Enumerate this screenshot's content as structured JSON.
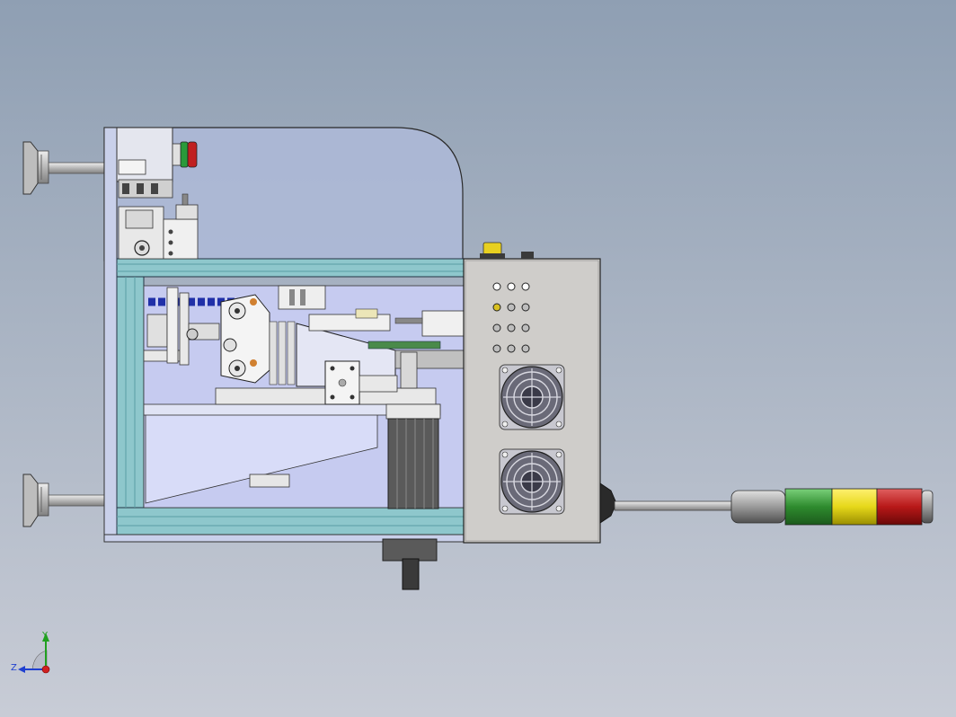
{
  "viewport": {
    "background_top": "#8f9fb3",
    "background_bottom": "#c8ccd6"
  },
  "colors": {
    "frame_teal": "#8ec7cc",
    "glass": "#b8c4e0",
    "cabinet": "#cfcdca",
    "beacon_green": "#2e8b2e",
    "beacon_yellow": "#e6d81a",
    "beacon_red": "#b81818",
    "coolant_blue": "#2030a8",
    "estop_red": "#c02020",
    "estop_green": "#2a9a3a",
    "top_button_yellow": "#e8d020"
  },
  "triad": {
    "x_label": "",
    "y_label": "Y",
    "z_label": "Z",
    "x_color": "#d02020",
    "y_color": "#20a020",
    "z_color": "#2040d0"
  },
  "model": {
    "leveling_feet_icon": "leveling-foot-icon",
    "cooling_fans_icon": "fan-icon",
    "signal_tower_icon": "signal-tower-icon",
    "cabinet_indicator_grid": [
      [
        "white",
        "white",
        "white"
      ],
      [
        "yellow",
        "grey",
        "grey"
      ],
      [
        "grey",
        "grey",
        "grey"
      ],
      [
        "grey",
        "grey",
        "grey"
      ]
    ]
  }
}
